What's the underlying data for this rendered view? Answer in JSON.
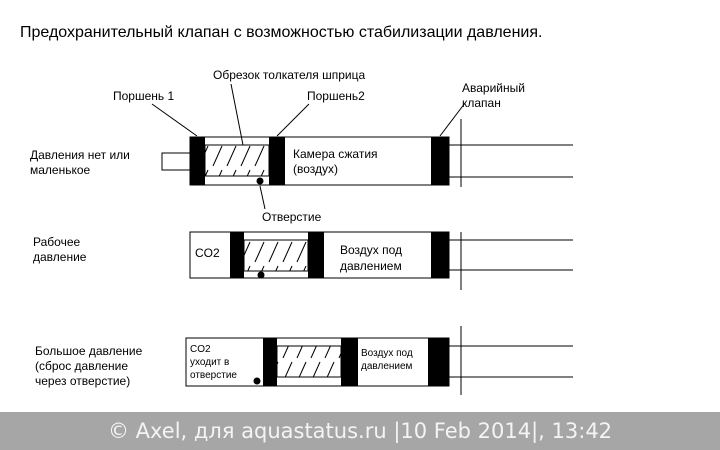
{
  "title": "Предохранительный клапан с возможностью стабилизации давления.",
  "labels": {
    "piston1": "Поршень 1",
    "syringe_pusher": "Обрезок толкателя шприца",
    "piston2": "Поршень2",
    "emergency_valve_line1": "Аварийный",
    "emergency_valve_line2": "клапан",
    "hole": "Отверстие"
  },
  "states": [
    {
      "label_line1": "Давления нет или",
      "label_line2": "маленькое",
      "label_line3": "",
      "chamber_line1": "Камера сжатия",
      "chamber_line2": "(воздух)",
      "co2_line1": "",
      "co2_line2": "",
      "co2_line3": ""
    },
    {
      "label_line1": "Рабочее",
      "label_line2": "давление",
      "label_line3": "",
      "chamber_line1": "Воздух под",
      "chamber_line2": "давлением",
      "co2_line1": "CO2",
      "co2_line2": "",
      "co2_line3": ""
    },
    {
      "label_line1": "Большое давление",
      "label_line2": "(сброс давление",
      "label_line3": "через отверстие)",
      "chamber_line1": "Воздух под",
      "chamber_line2": "давлением",
      "co2_line1": "CO2",
      "co2_line2": "уходит в",
      "co2_line3": "отверстие"
    }
  ],
  "footer": "© Axel, для aquastatus.ru |10 Feb 2014|, 13:42"
}
